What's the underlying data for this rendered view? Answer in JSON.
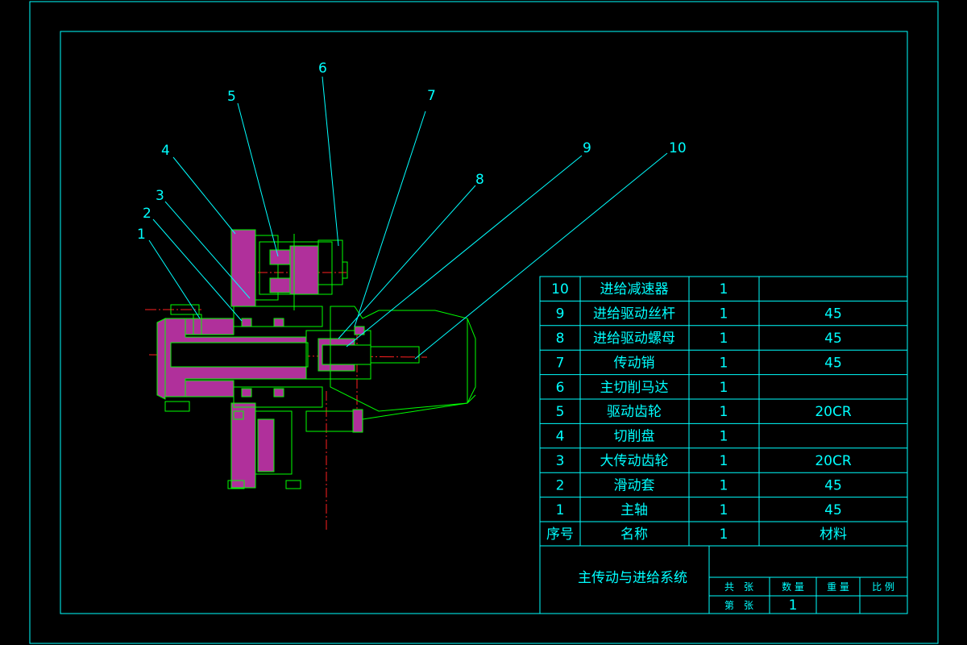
{
  "colors": {
    "background": "#000000",
    "frame": "#00ffff",
    "part_outline": "#00ff00",
    "section_fill": "#b0309b",
    "centerline": "#ff2020",
    "text": "#00ffff",
    "leader": "#00ffff"
  },
  "callouts": [
    "1",
    "2",
    "3",
    "4",
    "5",
    "6",
    "7",
    "8",
    "9",
    "10"
  ],
  "bom": {
    "header": {
      "seq": "序号",
      "name": "名称",
      "qty": "1",
      "material": "材料"
    },
    "rows": [
      {
        "seq": "10",
        "name": "进给减速器",
        "qty": "1",
        "material": ""
      },
      {
        "seq": "9",
        "name": "进给驱动丝杆",
        "qty": "1",
        "material": "45"
      },
      {
        "seq": "8",
        "name": "进给驱动螺母",
        "qty": "1",
        "material": "45"
      },
      {
        "seq": "7",
        "name": "传动销",
        "qty": "1",
        "material": "45"
      },
      {
        "seq": "6",
        "name": "主切削马达",
        "qty": "1",
        "material": ""
      },
      {
        "seq": "5",
        "name": "驱动齿轮",
        "qty": "1",
        "material": "20CR"
      },
      {
        "seq": "4",
        "name": "切削盘",
        "qty": "1",
        "material": ""
      },
      {
        "seq": "3",
        "name": "大传动齿轮",
        "qty": "1",
        "material": "20CR"
      },
      {
        "seq": "2",
        "name": "滑动套",
        "qty": "1",
        "material": "45"
      },
      {
        "seq": "1",
        "name": "主轴",
        "qty": "1",
        "material": "45"
      }
    ]
  },
  "title_block": {
    "drawing_title": "主传动与进给系统",
    "total_sheets_label": "共　张",
    "quantity_label": "数 量",
    "weight_label": "重 量",
    "scale_label": "比 例",
    "sheet_label": "第　张",
    "quantity_value": "1"
  }
}
